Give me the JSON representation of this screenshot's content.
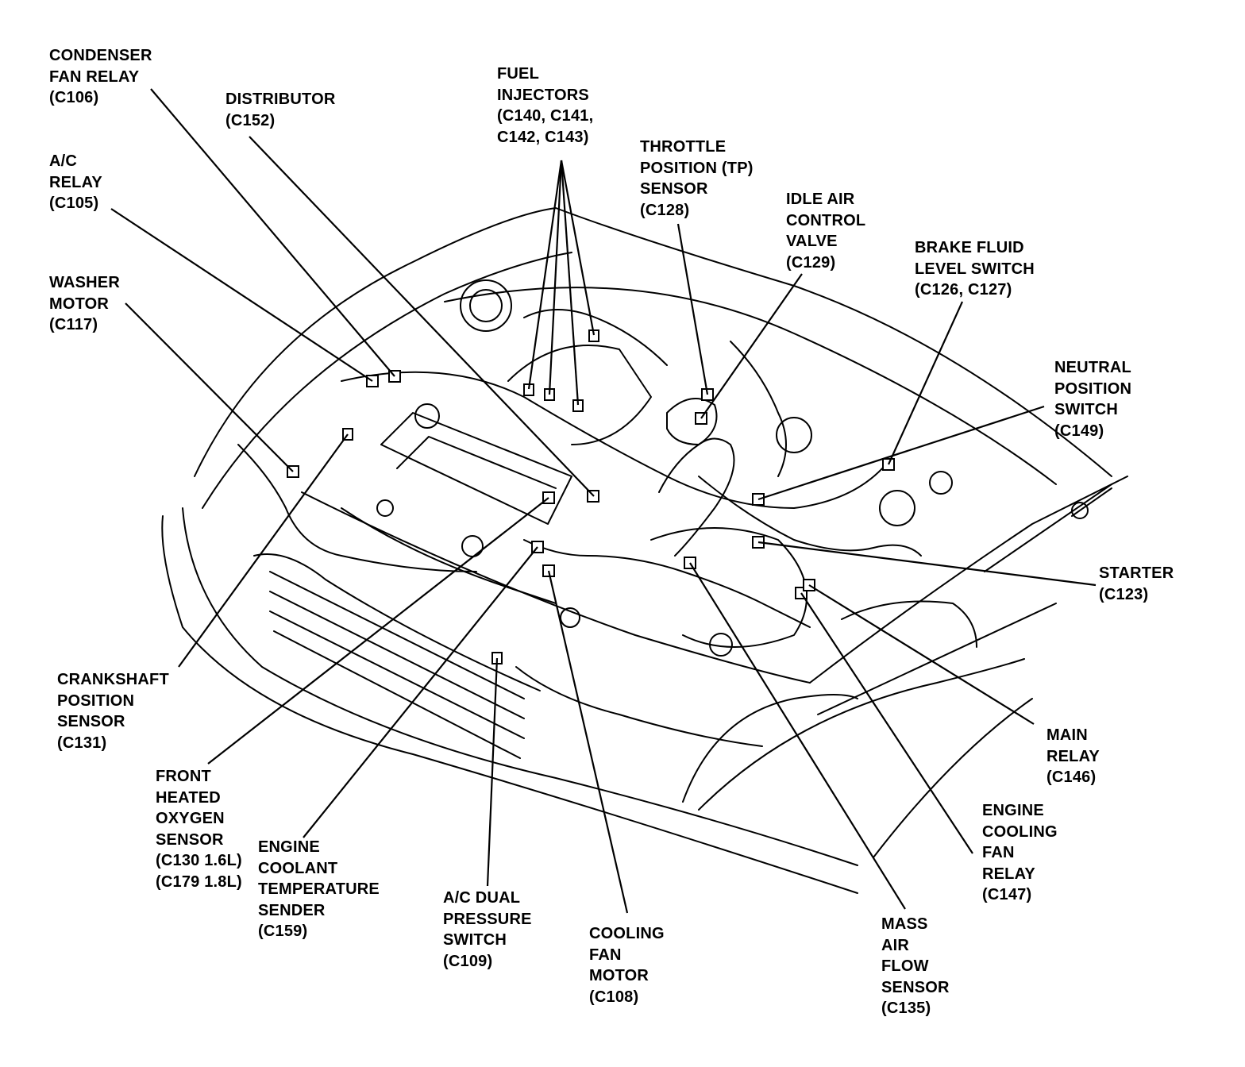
{
  "colors": {
    "ink": "#000000",
    "paper": "#ffffff"
  },
  "labels": {
    "condenser_fan_relay": [
      "CONDENSER",
      "FAN RELAY",
      "(C106)"
    ],
    "distributor": [
      "DISTRIBUTOR",
      "(C152)"
    ],
    "fuel_injectors": [
      "FUEL",
      "INJECTORS",
      "(C140, C141,",
      "C142, C143)"
    ],
    "throttle_position_sensor": [
      "THROTTLE",
      "POSITION (TP)",
      "SENSOR",
      "(C128)"
    ],
    "idle_air_control_valve": [
      "IDLE AIR",
      "CONTROL",
      "VALVE",
      "(C129)"
    ],
    "brake_fluid_level_switch": [
      "BRAKE FLUID",
      "LEVEL SWITCH",
      "(C126, C127)"
    ],
    "ac_relay": [
      "A/C",
      "RELAY",
      "(C105)"
    ],
    "washer_motor": [
      "WASHER",
      "MOTOR",
      "(C117)"
    ],
    "neutral_position_switch": [
      "NEUTRAL",
      "POSITION",
      "SWITCH",
      "(C149)"
    ],
    "starter": [
      "STARTER",
      "(C123)"
    ],
    "crankshaft_position_sensor": [
      "CRANKSHAFT",
      "POSITION",
      "SENSOR",
      "(C131)"
    ],
    "main_relay": [
      "MAIN",
      "RELAY",
      "(C146)"
    ],
    "front_heated_oxygen_sensor": [
      "FRONT",
      "HEATED",
      "OXYGEN",
      "SENSOR",
      "(C130 1.6L)",
      "(C179 1.8L)"
    ],
    "engine_coolant_temperature_sender": [
      "ENGINE",
      "COOLANT",
      "TEMPERATURE",
      "SENDER",
      "(C159)"
    ],
    "engine_cooling_fan_relay": [
      "ENGINE",
      "COOLING",
      "FAN",
      "RELAY",
      "(C147)"
    ],
    "ac_dual_pressure_switch": [
      "A/C DUAL",
      "PRESSURE",
      "SWITCH",
      "(C109)"
    ],
    "cooling_fan_motor": [
      "COOLING",
      "FAN",
      "MOTOR",
      "(C108)"
    ],
    "mass_air_flow_sensor": [
      "MASS",
      "AIR",
      "FLOW",
      "SENSOR",
      "(C135)"
    ]
  }
}
